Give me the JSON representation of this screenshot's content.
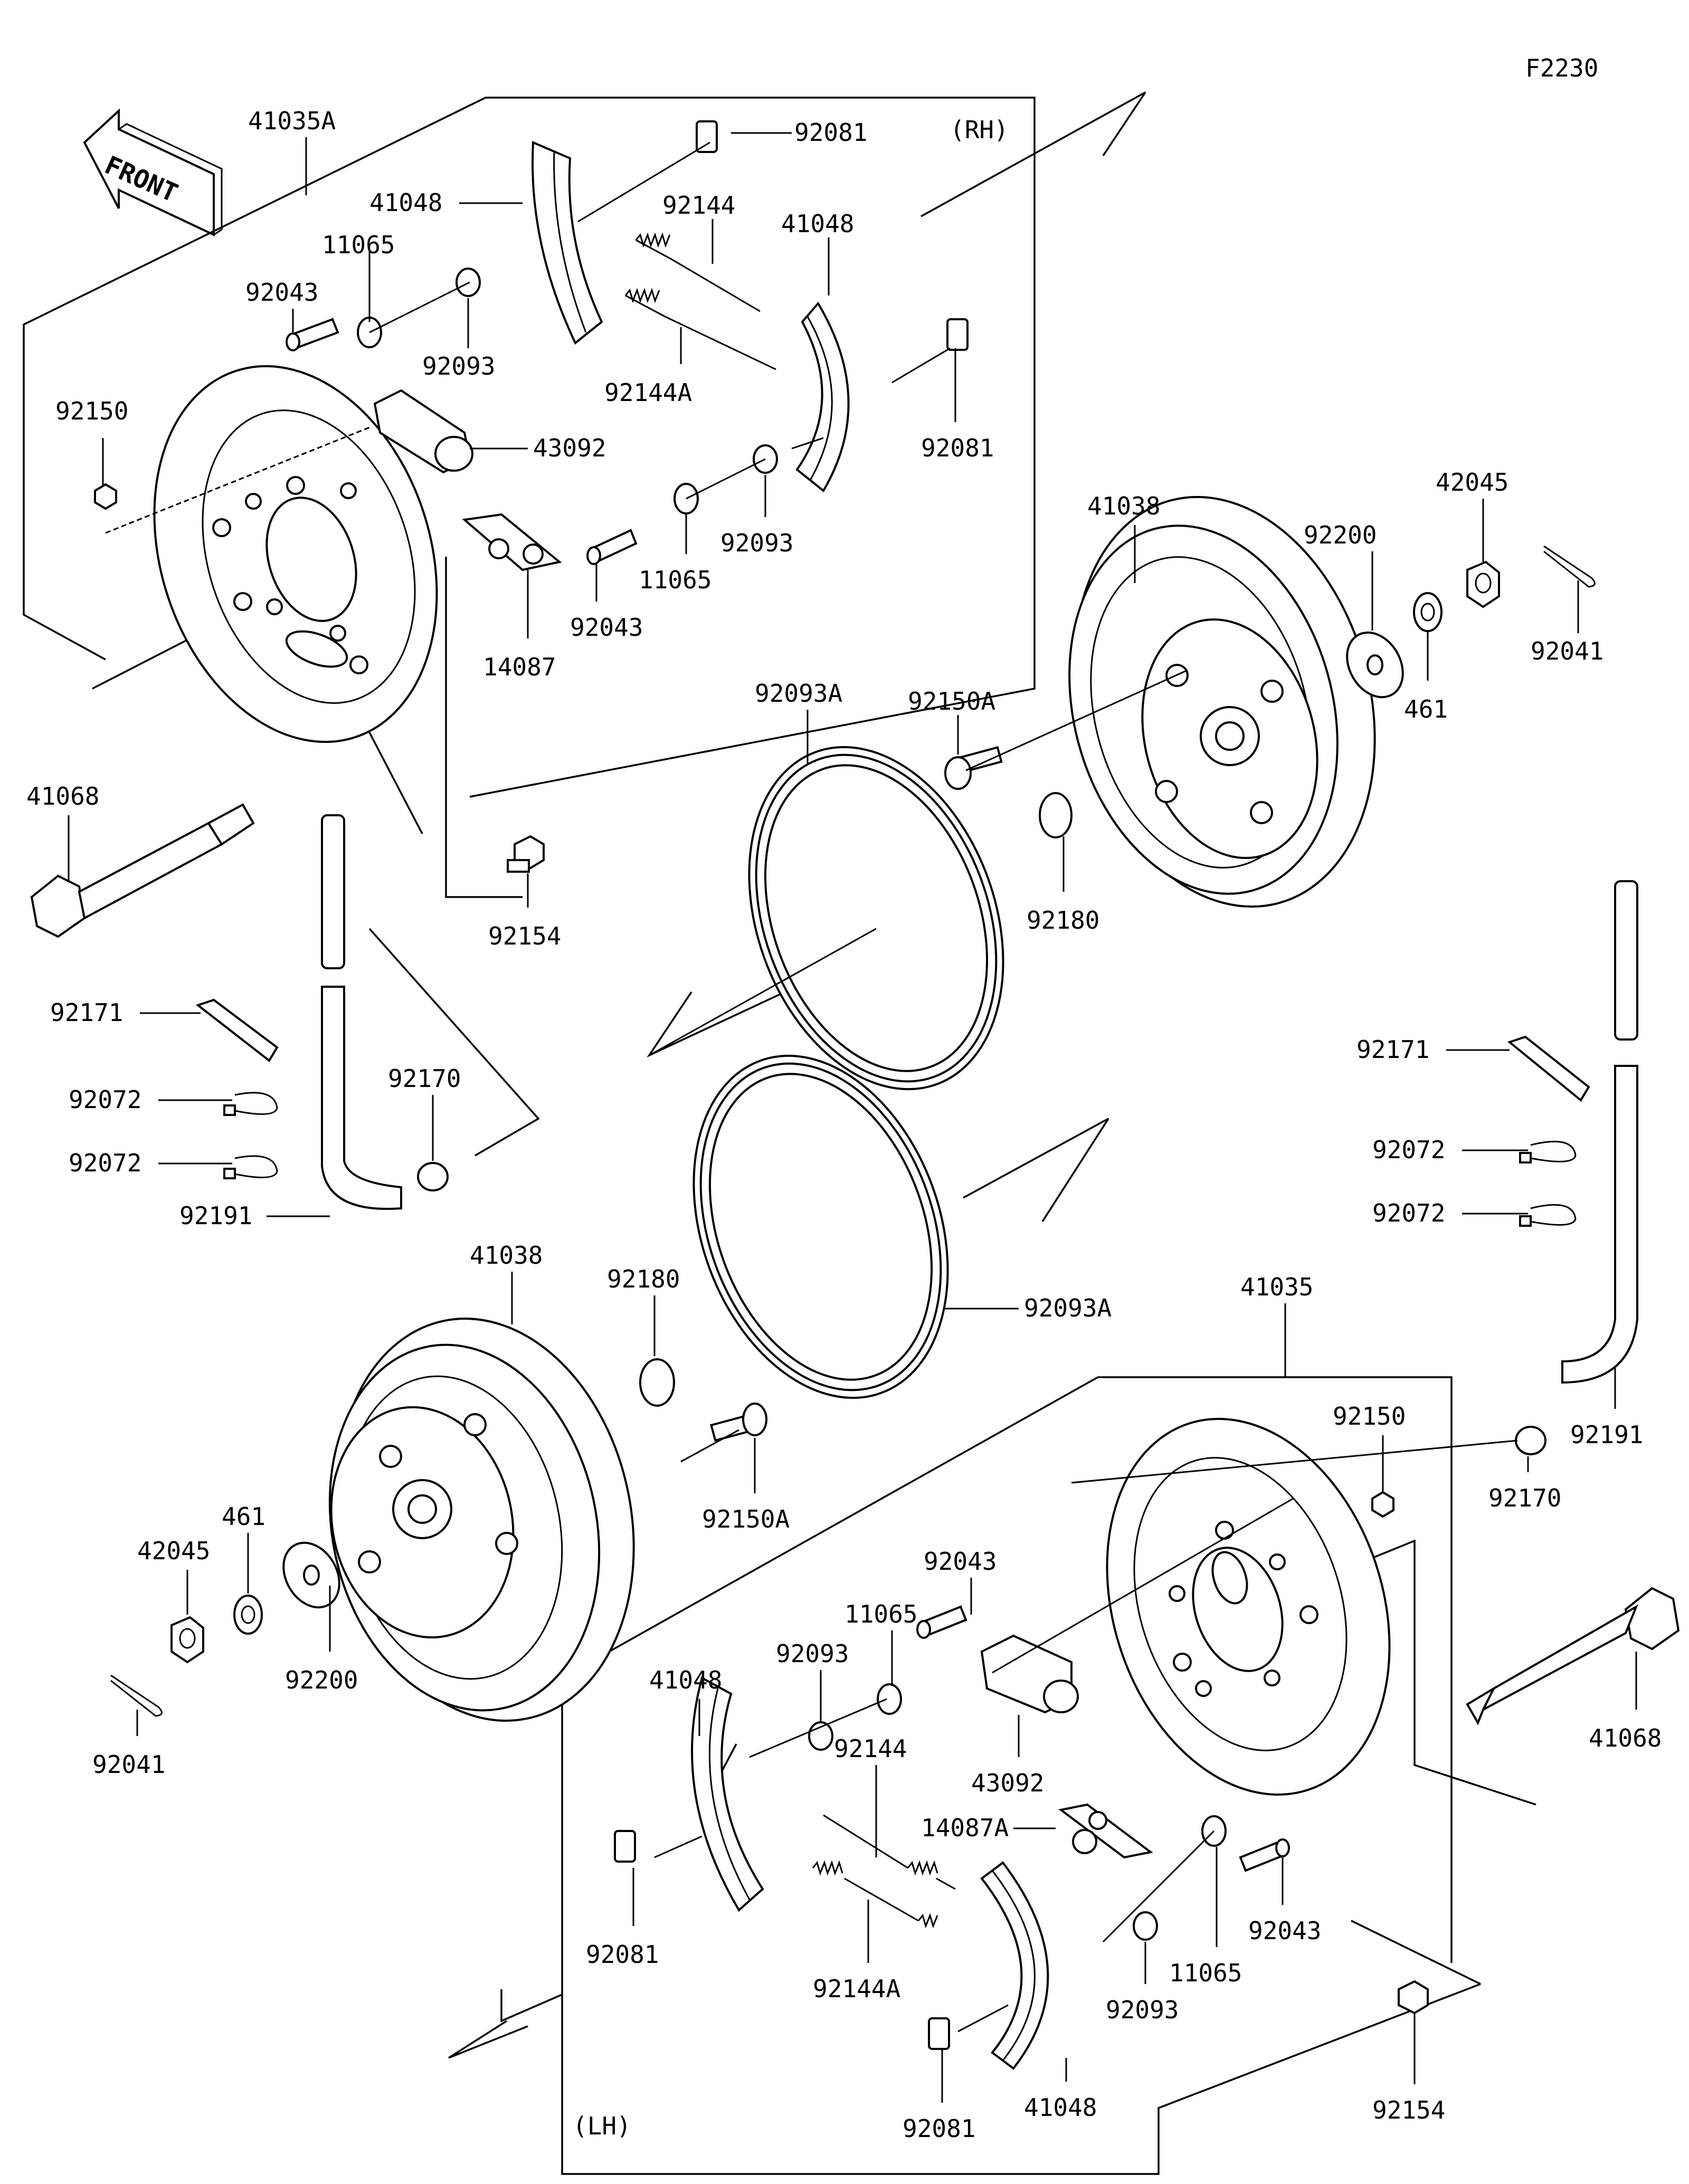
{
  "figure_code": "F2230",
  "side_labels": {
    "rh": "(RH)",
    "lh": "(LH)"
  },
  "front_label": "FRONT",
  "parts": {
    "p41035A": "41035A",
    "p41035": "41035",
    "p41048": "41048",
    "p92081": "92081",
    "p92144": "92144",
    "p92144A": "92144A",
    "p11065": "11065",
    "p92043": "92043",
    "p92093": "92093",
    "p92150": "92150",
    "p92150A": "92150A",
    "p43092": "43092",
    "p14087": "14087",
    "p14087A": "14087A",
    "p41038": "41038",
    "p92200": "92200",
    "p42045": "42045",
    "p92041": "92041",
    "p461": "461",
    "p92093A": "92093A",
    "p92180": "92180",
    "p41068": "41068",
    "p92154": "92154",
    "p92171": "92171",
    "p92072": "92072",
    "p92170": "92170",
    "p92191": "92191"
  }
}
